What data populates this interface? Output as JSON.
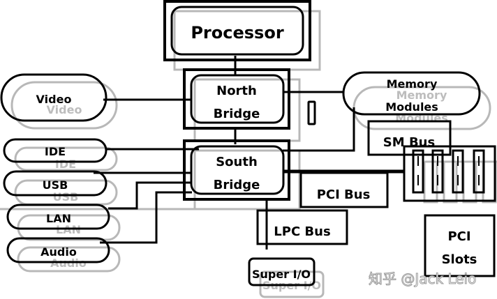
{
  "diagram": {
    "title": "PC chipset architecture",
    "nodes": {
      "processor": "Processor",
      "north_bridge": [
        "North",
        "Bridge"
      ],
      "south_bridge": [
        "South",
        "Bridge"
      ],
      "video": "Video",
      "ide": "IDE",
      "usb": "USB",
      "lan": "LAN",
      "audio": "Audio",
      "memory_modules": [
        "Memory",
        "Modules"
      ],
      "sm_bus": "SM Bus",
      "pci_bus": "PCI Bus",
      "lpc_bus": "LPC Bus",
      "super_io": "Super I/O",
      "pci_slots": [
        "PCI",
        "Slots"
      ]
    },
    "edges": [
      {
        "from": "Processor",
        "to": "North Bridge"
      },
      {
        "from": "North Bridge",
        "to": "South Bridge"
      },
      {
        "from": "Video",
        "to": "North Bridge"
      },
      {
        "from": "Memory Modules",
        "to": "North Bridge"
      },
      {
        "from": "IDE",
        "to": "South Bridge"
      },
      {
        "from": "USB",
        "to": "South Bridge"
      },
      {
        "from": "LAN",
        "to": "South Bridge"
      },
      {
        "from": "Audio",
        "to": "South Bridge"
      },
      {
        "from": "South Bridge",
        "to": "SM Bus"
      },
      {
        "from": "South Bridge",
        "to": "PCI Bus"
      },
      {
        "from": "South Bridge",
        "to": "Super I/O"
      }
    ],
    "watermark": "知乎 @Jack Leio",
    "colors": {
      "line": "#000000",
      "ghost": "#b8b8b8"
    }
  }
}
